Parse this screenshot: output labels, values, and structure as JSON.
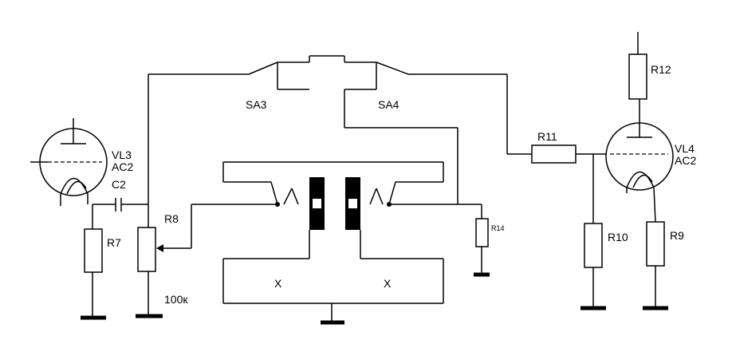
{
  "labels": {
    "sa3": "SA3",
    "sa4": "SA4",
    "vl3": "VL3",
    "vl3_type": "AC2",
    "vl4": "VL4",
    "vl4_type": "AC2",
    "c2": "C2",
    "r7": "R7",
    "r8": "R8",
    "r8_value": "100к",
    "r9": "R9",
    "r10": "R10",
    "r11": "R11",
    "r12": "R12",
    "r14": "R14",
    "coil_left": "X",
    "coil_right": "X"
  }
}
